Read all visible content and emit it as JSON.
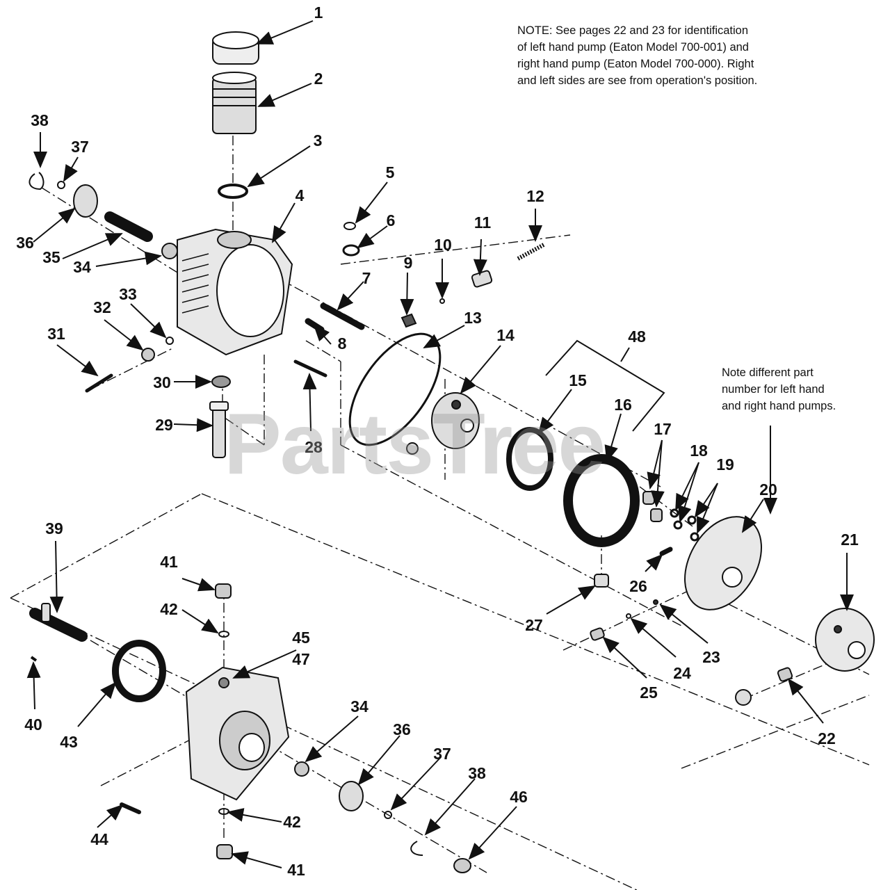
{
  "notes": {
    "top": "NOTE: See pages 22 and 23 for identification\nof left hand pump (Eaton Model 700-001) and\nright hand pump (Eaton Model 700-000). Right\nand left sides are see from operation's position.",
    "right": "Note different part\nnumber for left hand\nand right hand pumps."
  },
  "watermark": "PartsTree",
  "callouts": [
    "1",
    "2",
    "3",
    "4",
    "5",
    "6",
    "7",
    "8",
    "9",
    "10",
    "11",
    "12",
    "13",
    "14",
    "15",
    "16",
    "17",
    "18",
    "19",
    "20",
    "21",
    "22",
    "23",
    "24",
    "25",
    "26",
    "27",
    "28",
    "29",
    "30",
    "31",
    "32",
    "33",
    "34",
    "35",
    "36",
    "37",
    "38",
    "39",
    "40",
    "41",
    "42",
    "43",
    "44",
    "45",
    "46",
    "47",
    "48",
    "34",
    "36",
    "37",
    "38",
    "42",
    "41"
  ],
  "colors": {
    "ink": "#111111",
    "paper": "#ffffff",
    "watermark": "#969696"
  }
}
